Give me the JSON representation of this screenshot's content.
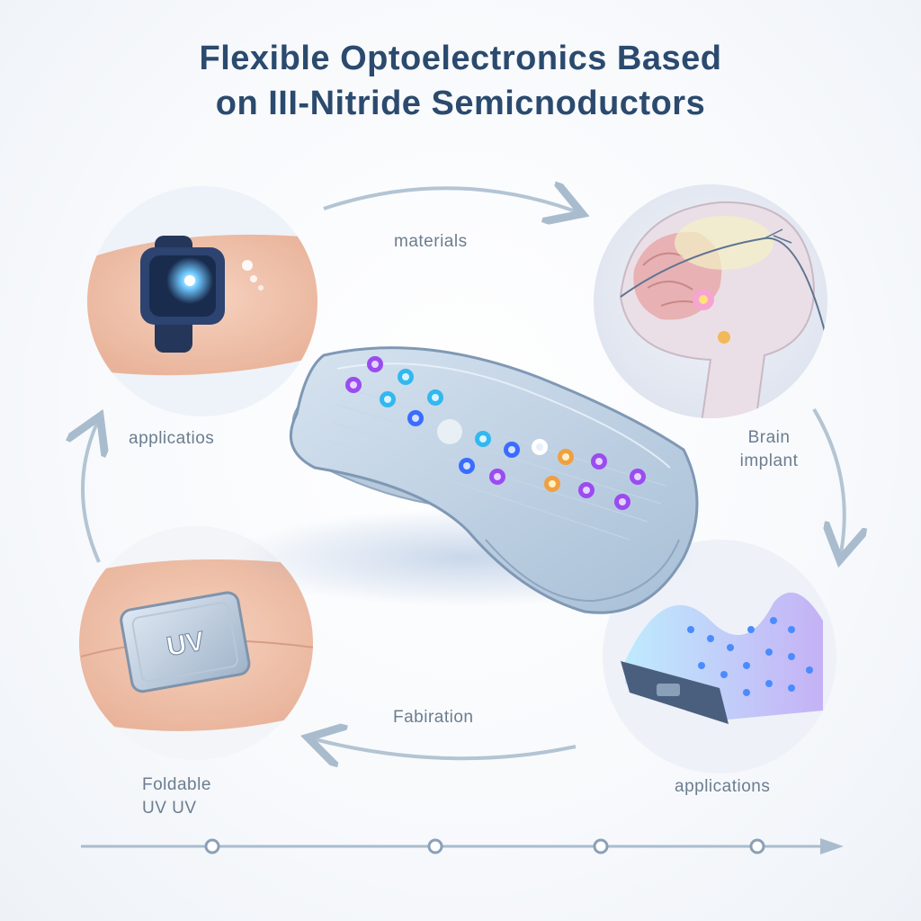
{
  "title": {
    "line1": "Flexible Optoelectronics Based",
    "line2": "on III-Nitride Semicnoductors"
  },
  "labels": {
    "top": "materials",
    "left": "applicatios",
    "right_line1": "Brain",
    "right_line2": "implant",
    "bottom": "Fabiration",
    "bottom_left_line1": "Foldable",
    "bottom_left_line2": "UV UV",
    "bottom_right": "applications"
  },
  "badge": {
    "uv_text": "UV"
  },
  "timeline": {
    "points": 4
  },
  "colors": {
    "title": "#2b4a6e",
    "label": "#6b7d90",
    "arrow": "#a9bccd",
    "band": "#b9cde0",
    "led_blue": "#3a6cff",
    "led_cyan": "#32b8f0",
    "led_purple": "#9a4cf0",
    "led_orange": "#f0a040"
  }
}
